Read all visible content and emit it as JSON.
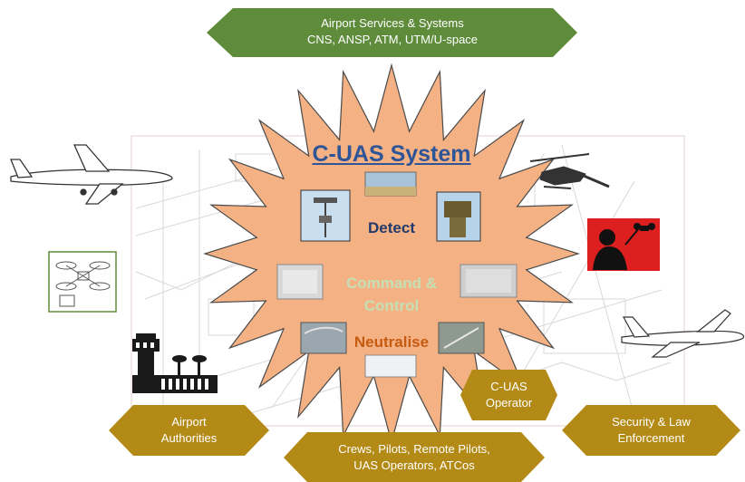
{
  "title": "C-UAS System",
  "functions": {
    "detect": "Detect",
    "command_line1": "Command &",
    "command_line2": "Control",
    "neutralise": "Neutralise"
  },
  "stakeholders": {
    "top": {
      "line1": "Airport Services & Systems",
      "line2": "CNS, ANSP, ATM, UTM/U-space"
    },
    "airport_authorities": {
      "line1": "Airport",
      "line2": "Authorities"
    },
    "crews": {
      "line1": "Crews, Pilots, Remote Pilots,",
      "line2": "UAS Operators, ATCos"
    },
    "security": {
      "line1": "Security & Law",
      "line2": "Enforcement"
    },
    "operator": {
      "line1": "C-UAS",
      "line2": "Operator"
    }
  },
  "icons": [
    "airplane-icon",
    "airliner-icon",
    "helicopter-icon",
    "drone-pilot-icon",
    "quadcopter-icon",
    "control-tower-icon",
    "radar-sensor-icon",
    "radar-antenna-icon",
    "jammer-icon",
    "operator-screen-icon"
  ],
  "colors": {
    "green_hex": "#5e8c3b",
    "gold_hex": "#b38a16",
    "starburst": "#f4b183",
    "title_blue": "#2e5597",
    "detect_navy": "#223a6b",
    "command_green": "#c4e0b4",
    "neutralise_orange": "#c55a11",
    "threat_red": "#dd1f1f"
  }
}
